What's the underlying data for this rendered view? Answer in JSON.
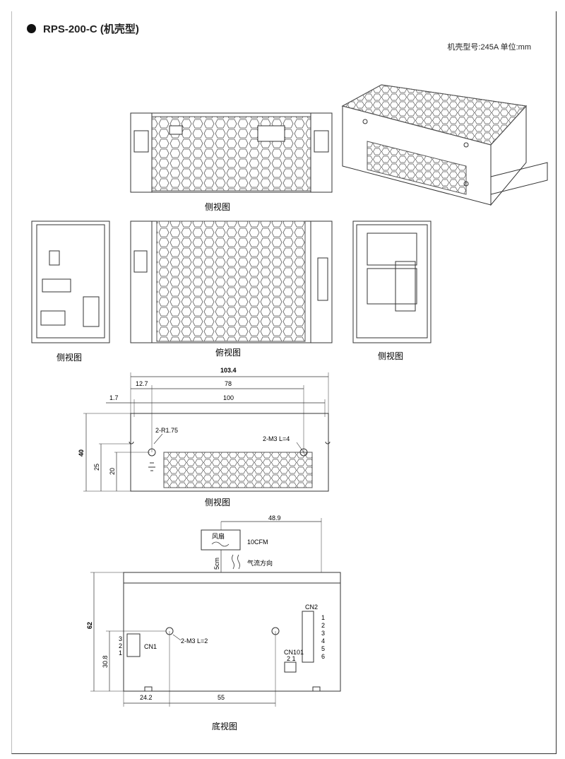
{
  "header": {
    "title": "RPS-200-C (机壳型)",
    "case_info": "机壳型号:245A  单位:mm"
  },
  "captions": {
    "side_view_top": "侧视图",
    "side_view_left": "侧视图",
    "top_view": "俯视图",
    "side_view_right": "侧视图",
    "side_view_dim": "侧视图",
    "bottom_view": "底视图"
  },
  "side_dims": {
    "overall_width": "103.4",
    "d12_7": "12.7",
    "d78": "78",
    "d1_7": "1.7",
    "d100": "100",
    "d40": "40",
    "d25": "25",
    "d20": "20",
    "radius_note": "2-R1.75",
    "screw_note": "2-M3 L=4"
  },
  "bottom_dims": {
    "d48_9": "48.9",
    "fan_label": "风扇",
    "airflow": "10CFM",
    "distance": "5cm",
    "airflow_dir": "气流方向",
    "d62": "62",
    "d30_8": "30.8",
    "d24_2": "24.2",
    "d55": "55",
    "screw_note": "2-M3 L=2",
    "cn1": "CN1",
    "cn1_pins": [
      "3",
      "2",
      "1"
    ],
    "cn2": "CN2",
    "cn2_pins": [
      "1",
      "2",
      "3",
      "4",
      "5",
      "6"
    ],
    "cn101": "CN101",
    "cn101_pins": "2  1"
  }
}
